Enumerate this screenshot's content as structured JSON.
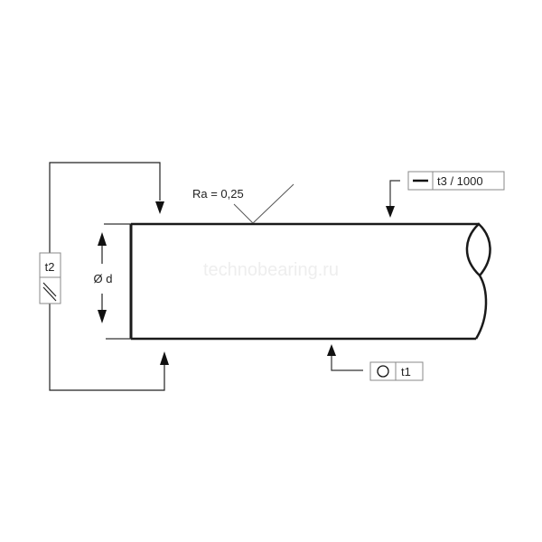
{
  "drawing": {
    "roughness_label": "Ra = 0,25",
    "diameter_label": "Ø d",
    "watermark": "technobearing.ru",
    "tolerances": {
      "parallelism": {
        "symbol": "parallelism-icon",
        "value": "t2"
      },
      "straightness": {
        "symbol": "straightness-icon",
        "value": "t3 / 1000"
      },
      "roundness": {
        "symbol": "circularity-icon",
        "value": "t1"
      }
    }
  },
  "colors": {
    "line": "#1a1a1a",
    "thin_line": "#333333",
    "watermark": "#eeeeee",
    "box_border": "#888888"
  }
}
